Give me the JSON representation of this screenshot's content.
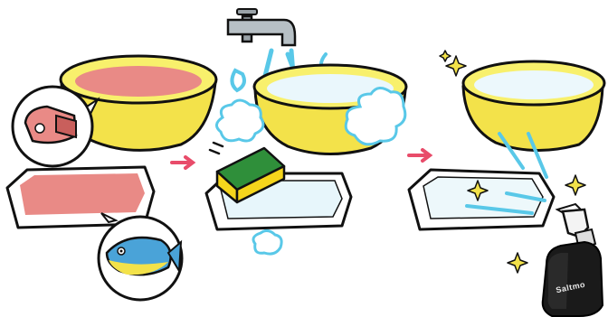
{
  "scene": {
    "steps": [
      {
        "name": "dirty-dishes",
        "items": [
          "bowl-with-meat-residue",
          "tray-with-meat-residue",
          "meat-bubble",
          "fish-bubble"
        ]
      },
      {
        "name": "washing",
        "items": [
          "faucet",
          "water-splash",
          "sponge",
          "bowl",
          "tray",
          "soap-suds"
        ]
      },
      {
        "name": "sanitizing",
        "items": [
          "clean-bowl",
          "clean-tray",
          "sparkles",
          "spray-bottle"
        ]
      }
    ],
    "arrows": 2,
    "bottle_label": "Saltmo"
  },
  "colors": {
    "bowl": "#f3e24a",
    "bowl_inner": "#f8f06c",
    "meat": "#e98a86",
    "tray": "#ffffff",
    "water": "#59c8e8",
    "arrow": "#e84c6a",
    "sponge_green": "#2f8f3a",
    "sponge_yellow": "#f5d51c",
    "sparkle": "#f3e24a",
    "bottle": "#1a1a1a",
    "outline": "#111111"
  }
}
